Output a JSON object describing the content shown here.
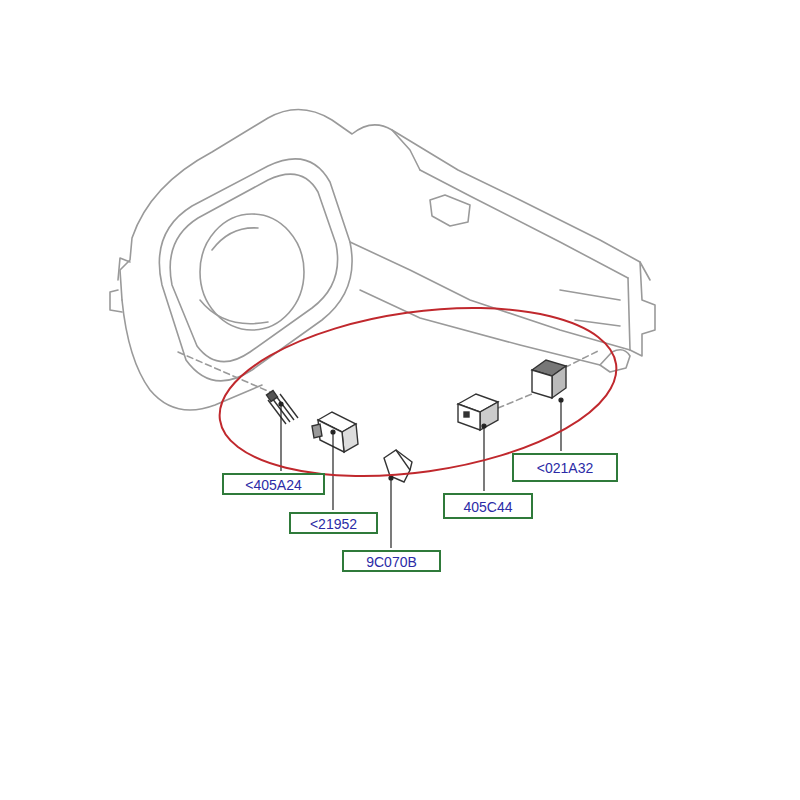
{
  "diagram": {
    "nodes": [
      {
        "text": [
          "<405A24"
        ]
      },
      {
        "text": [
          "<21952"
        ]
      },
      {
        "text": [
          "9C070B"
        ]
      },
      {
        "text": [
          "405C44"
        ]
      },
      {
        "text": [
          "<021A32"
        ]
      }
    ]
  }
}
